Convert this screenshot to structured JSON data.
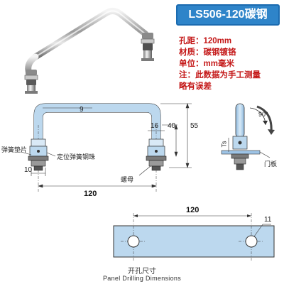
{
  "title": "LS506-120碳钢",
  "specs": [
    {
      "key": "孔距：",
      "value": "120mm"
    },
    {
      "key": "材质：",
      "value": "碳钢镀铬"
    },
    {
      "key": "单位：",
      "value": "mm毫米"
    },
    {
      "key": "注：",
      "value": "此数据为手工测量"
    },
    {
      "key": "",
      "value": "略有误差"
    }
  ],
  "front_view": {
    "dim_9": "9",
    "dim_16": "16",
    "dim_40": "40",
    "dim_55": "55",
    "dim_10": "10",
    "dim_120": "120",
    "label_spring_washer": "弹簧垫片",
    "label_spring_ball": "定位弹簧钢珠",
    "label_nut": "螺母"
  },
  "side_view": {
    "angle": "90°",
    "label_ts": "Ts",
    "label_door": "门板"
  },
  "panel": {
    "dim_120": "120",
    "dim_11": "11",
    "caption_cn": "开孔尺寸",
    "caption_en": "Panel Drilling Dimensions"
  },
  "colors": {
    "accent": "#2e84c9",
    "spec_red": "#c41818",
    "plate_blue": "#bcd8ee"
  }
}
